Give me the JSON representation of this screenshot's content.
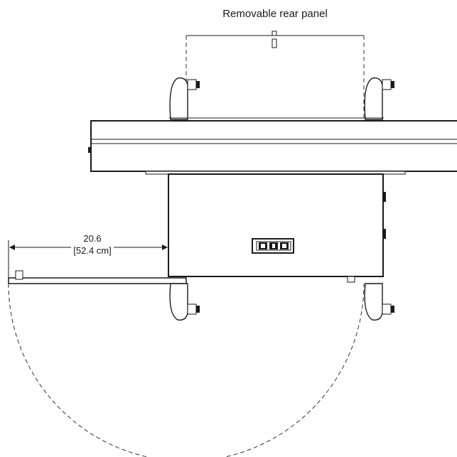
{
  "diagram": {
    "rear_panel_label": "Removable rear panel",
    "dimension_inches": "20.6",
    "dimension_cm": "[52.4 cm]"
  }
}
